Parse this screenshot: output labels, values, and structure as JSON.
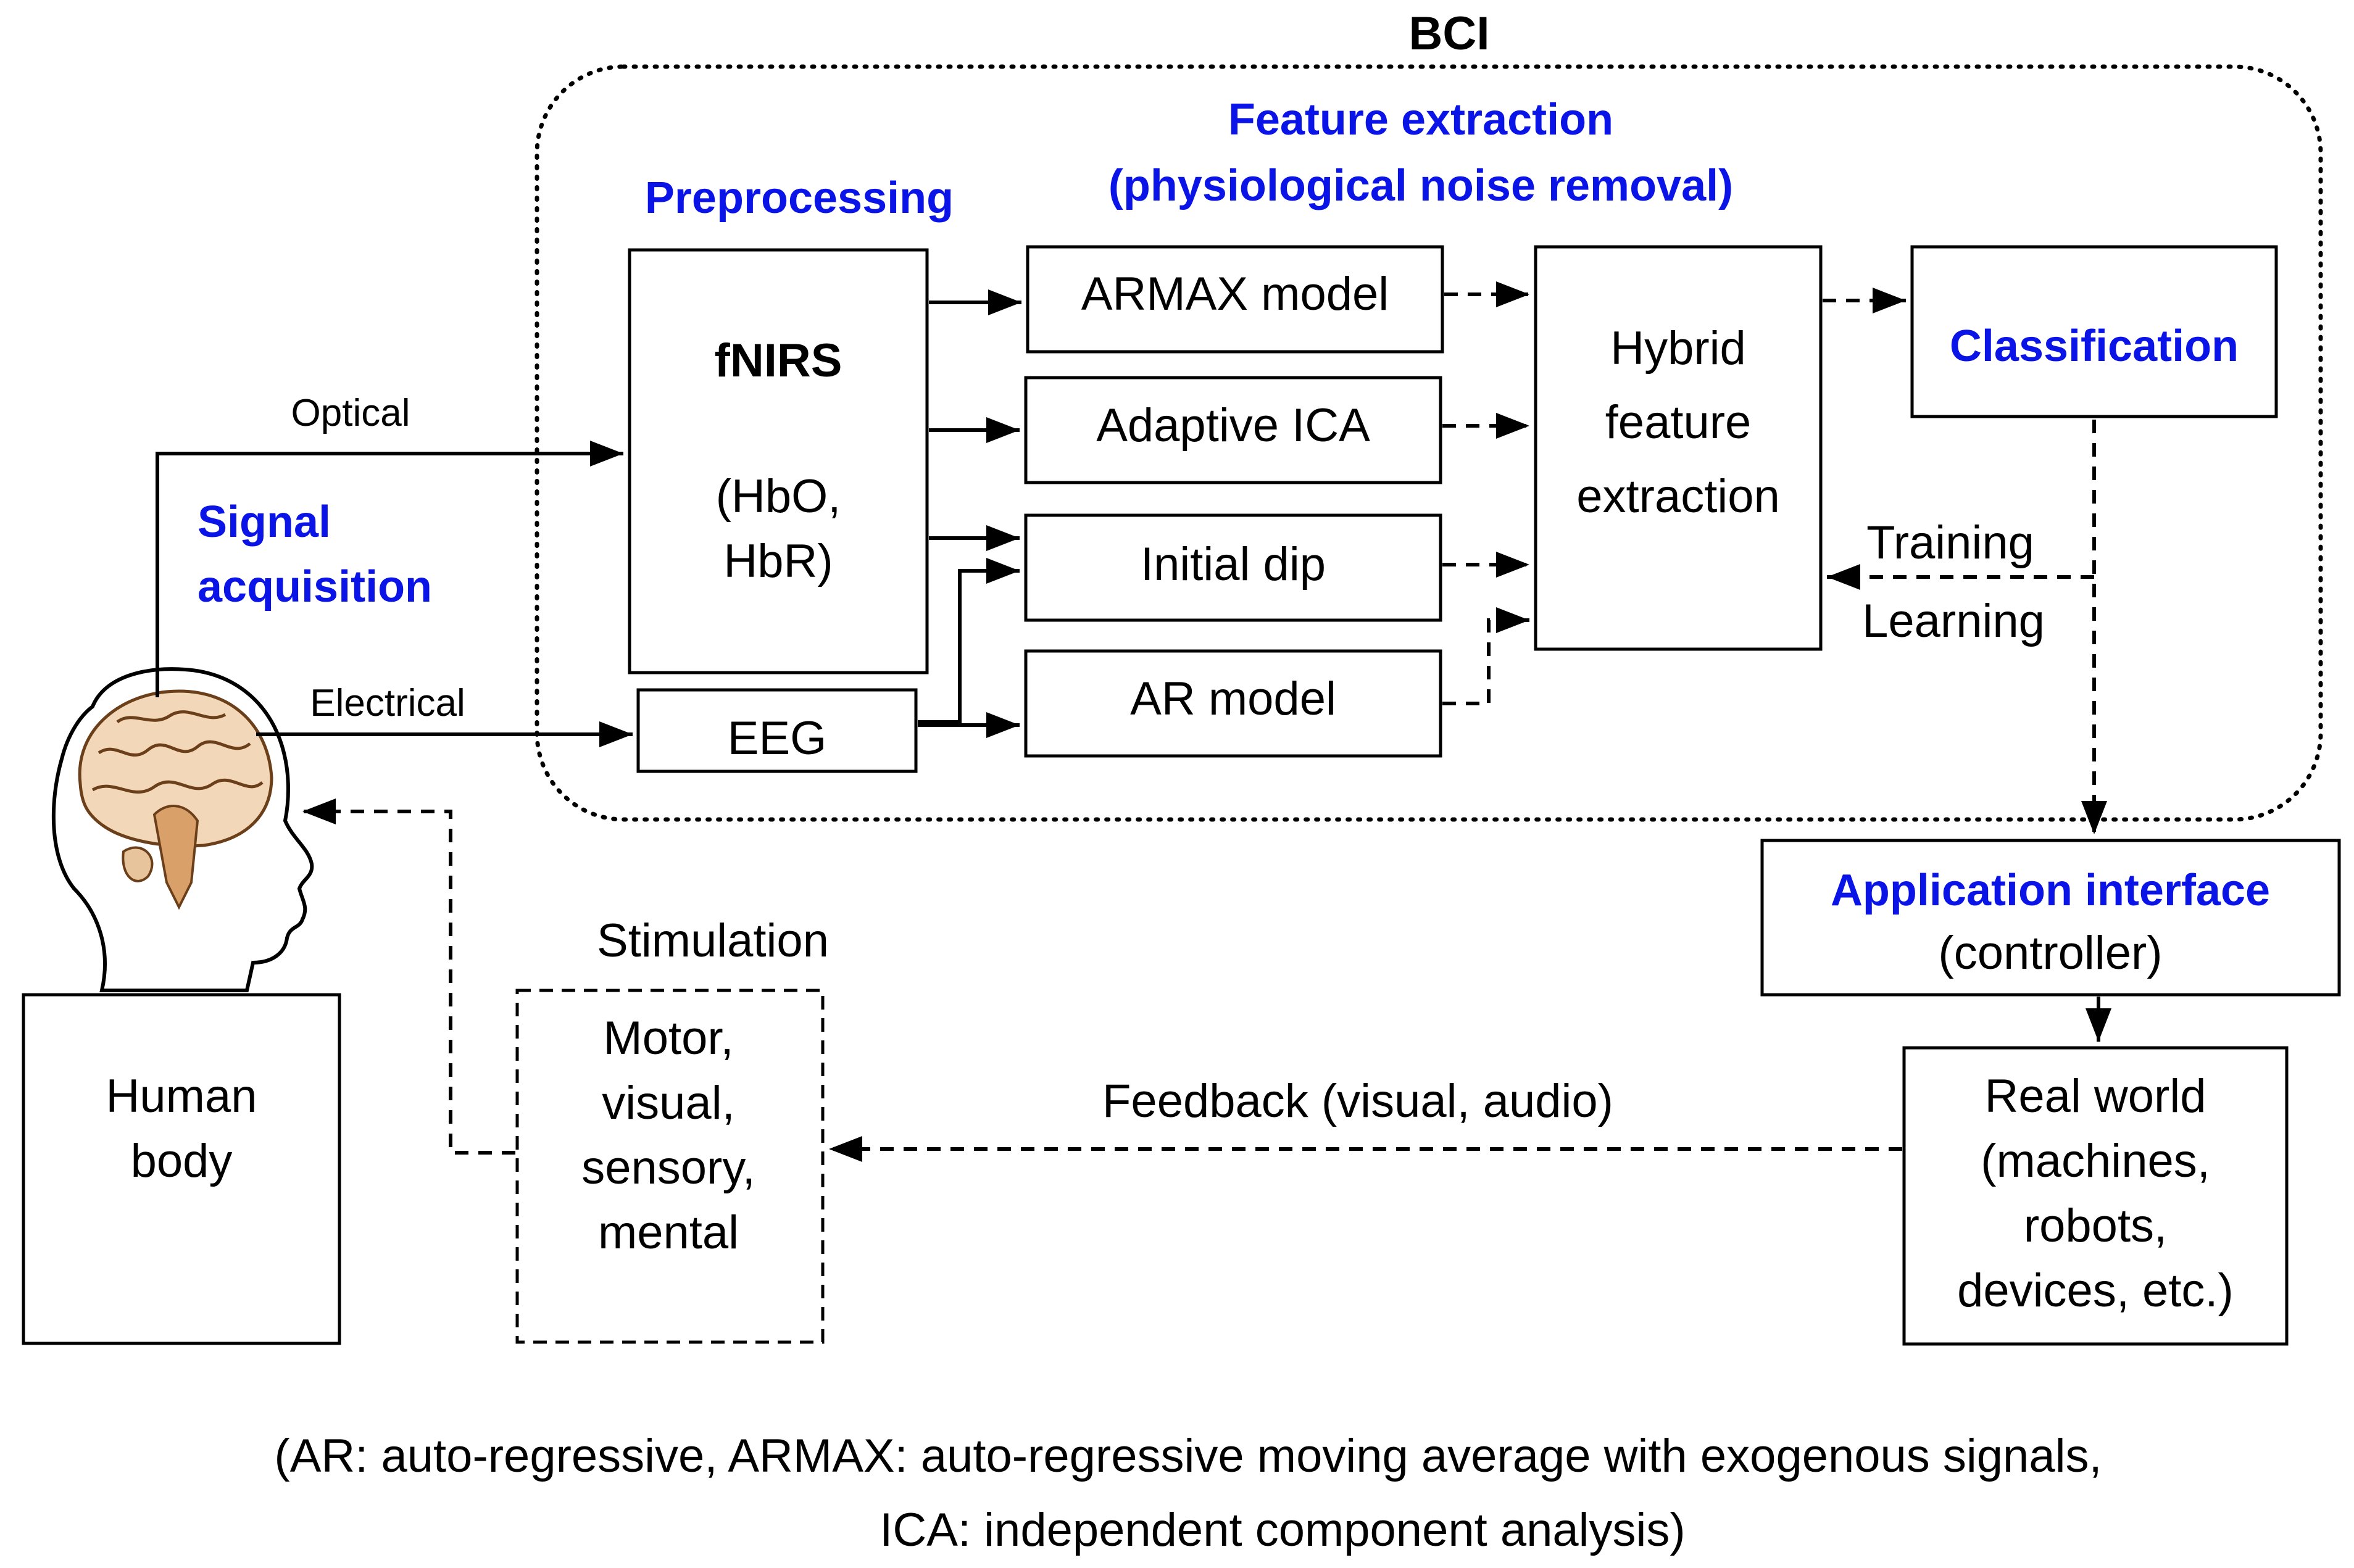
{
  "title": "BCI",
  "labels": {
    "feature_extraction_1": "Feature extraction",
    "feature_extraction_2": "(physiological noise removal)",
    "preprocessing": "Preprocessing",
    "signal_acquisition_1": "Signal",
    "signal_acquisition_2": "acquisition",
    "optical": "Optical",
    "electrical": "Electrical",
    "training": "Training",
    "learning": "Learning",
    "stimulation": "Stimulation",
    "feedback": "Feedback (visual, audio)"
  },
  "boxes": {
    "fnirs_title": "fNIRS",
    "fnirs_line1": "(HbO,",
    "fnirs_line2": "HbR)",
    "eeg": "EEG",
    "armax": "ARMAX model",
    "adaptive_ica": "Adaptive ICA",
    "initial_dip": "Initial dip",
    "ar_model": "AR model",
    "hybrid_1": "Hybrid",
    "hybrid_2": "feature",
    "hybrid_3": "extraction",
    "classification": "Classification",
    "app_interface_1": "Application interface",
    "app_interface_2": "(controller)",
    "real_world_1": "Real world",
    "real_world_2": "(machines,",
    "real_world_3": "robots,",
    "real_world_4": "devices, etc.)",
    "human_body_1": "Human",
    "human_body_2": "body",
    "stim_1": "Motor,",
    "stim_2": "visual,",
    "stim_3": "sensory,",
    "stim_4": "mental"
  },
  "footnote": {
    "line1": "(AR: auto-regressive, ARMAX: auto-regressive moving average with exogenous signals,",
    "line2": "ICA: independent component analysis)"
  },
  "colors": {
    "accent": "#0a14e6",
    "ink": "#000000"
  }
}
